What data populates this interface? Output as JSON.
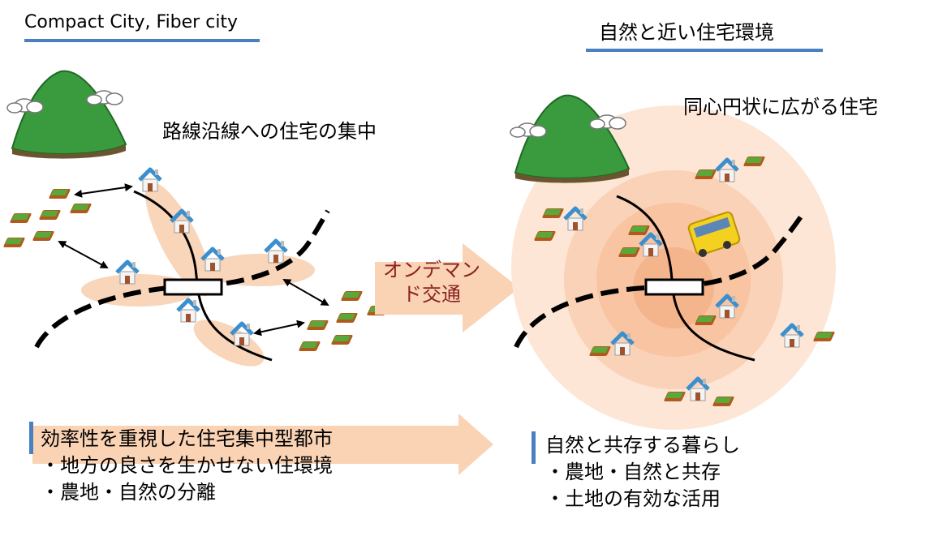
{
  "left": {
    "title": "Compact City, Fiber city",
    "caption": "路線沿線への住宅の集中",
    "summary": {
      "heading": "効率性を重視した住宅集中型都市",
      "points": [
        "・地方の良さを生かせない住環境",
        "・農地・自然の分離"
      ]
    }
  },
  "right": {
    "title": "自然と近い住宅環境",
    "caption": "同心円状に広がる住宅",
    "summary": {
      "heading": "自然と共存する暮らし",
      "points": [
        "・農地・自然と共存",
        "・土地の有効な活用"
      ]
    }
  },
  "transition": {
    "label_line1": "オンデマン",
    "label_line2": "ド交通"
  },
  "colors": {
    "accent_blue": "#4a7fc0",
    "area_peach": "#f9d5b9",
    "arrow_peach": "#fad2b4",
    "label_red": "#8a2222",
    "house_roof": "#3a8fcf",
    "field_green": "#5aa83a",
    "field_brown": "#b05a1c",
    "mountain": "#3a9a3e",
    "bus_yellow": "#f4d020"
  },
  "icons": [
    "mountain-icon",
    "cloud-icon",
    "house-icon",
    "farm-field-icon",
    "station-icon",
    "bus-icon",
    "double-arrow-icon"
  ]
}
